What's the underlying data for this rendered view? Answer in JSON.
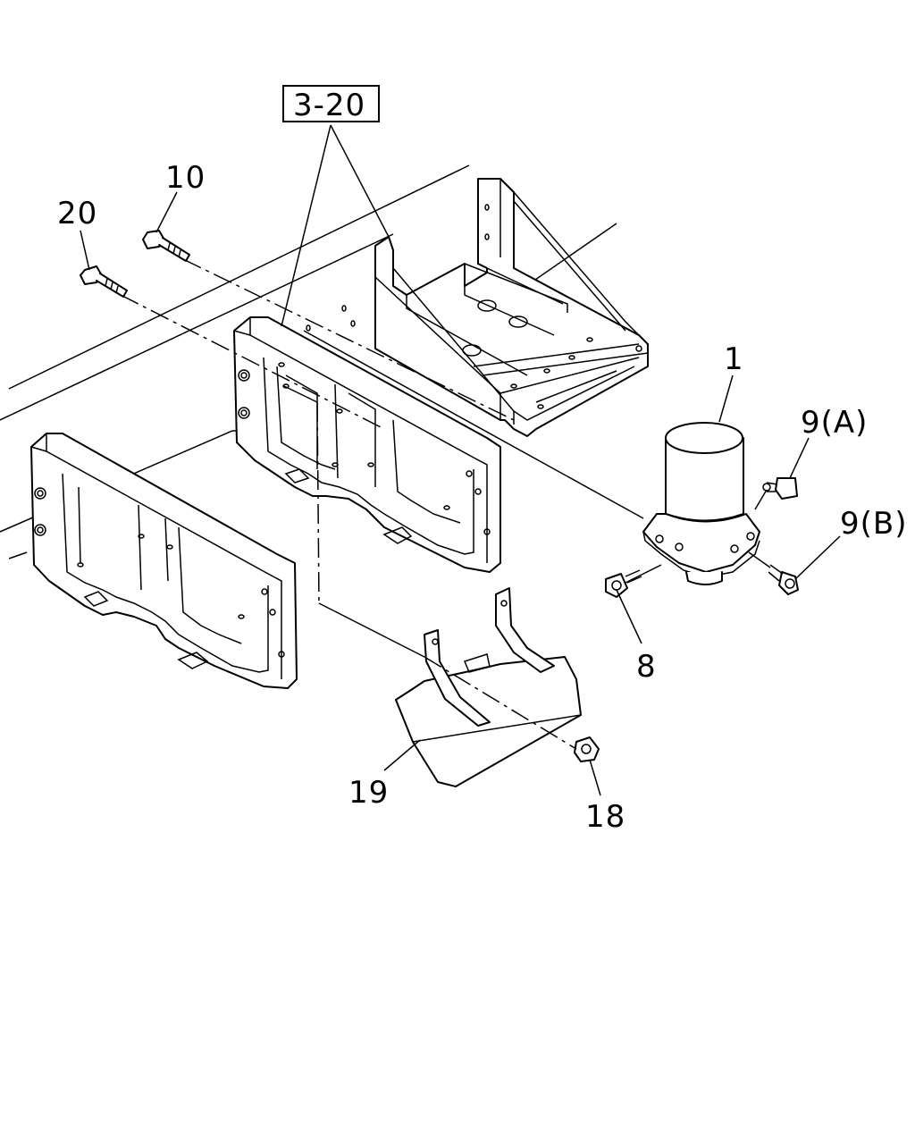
{
  "callouts": {
    "group": "3-20",
    "part_10": "10",
    "part_20": "20",
    "part_1": "1",
    "part_9a": "9(A)",
    "part_9b": "9(B)",
    "part_8": "8",
    "part_19": "19",
    "part_18": "18"
  }
}
